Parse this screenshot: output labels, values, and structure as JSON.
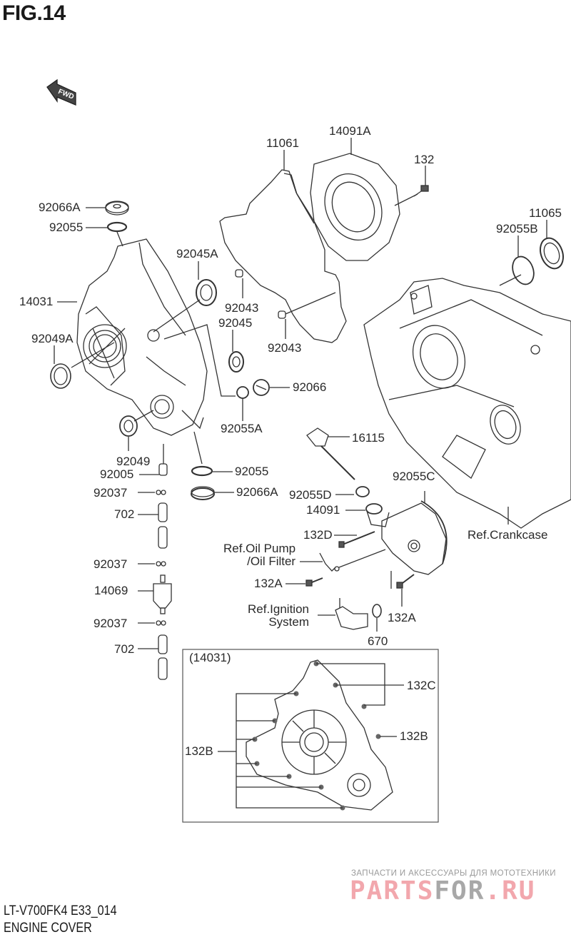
{
  "figure": {
    "title": "FIG.14",
    "direction_badge": "FWD",
    "model_code": "LT-V700FK4 E33_014",
    "section_name": "ENGINE COVER"
  },
  "parts": {
    "p92066A_top": "92066A",
    "p92055_top": "92055",
    "p14031": "14031",
    "p92049A": "92049A",
    "p92045A": "92045A",
    "p92043_a": "92043",
    "p92043_b": "92043",
    "p92045": "92045",
    "p92066": "92066",
    "p92055A": "92055A",
    "p11061": "11061",
    "p14091A": "14091A",
    "p132": "132",
    "p11065": "11065",
    "p92055B": "92055B",
    "p16115": "16115",
    "p92049": "92049",
    "p92005": "92005",
    "p92037_a": "92037",
    "p702_a": "702",
    "p92037_b": "92037",
    "p14069": "14069",
    "p92037_c": "92037",
    "p702_b": "702",
    "p92055_mid": "92055",
    "p92066A_mid": "92066A",
    "p92055D": "92055D",
    "p92055C": "92055C",
    "p14091": "14091",
    "p132D": "132D",
    "p132A_a": "132A",
    "p132A_b": "132A",
    "p670": "670"
  },
  "references": {
    "oil_pump": "Ref.Oil Pump\n/Oil Filter",
    "ignition": "Ref.Ignition\nSystem",
    "crankcase": "Ref.Crankcase"
  },
  "inset": {
    "title": "(14031)",
    "labels": {
      "p132C": "132C",
      "p132B_right": "132B",
      "p132B_left": "132B"
    }
  },
  "watermark": {
    "tagline": "ЗАПЧАСТИ И АКСЕССУАРЫ ДЛЯ МОТОТЕХНИКИ",
    "brand_part1": "PARTS",
    "brand_part2": "FOR",
    "brand_part3": ".RU",
    "colors": {
      "pink": "#f2a7ad",
      "gray": "#a8a8a8"
    }
  }
}
